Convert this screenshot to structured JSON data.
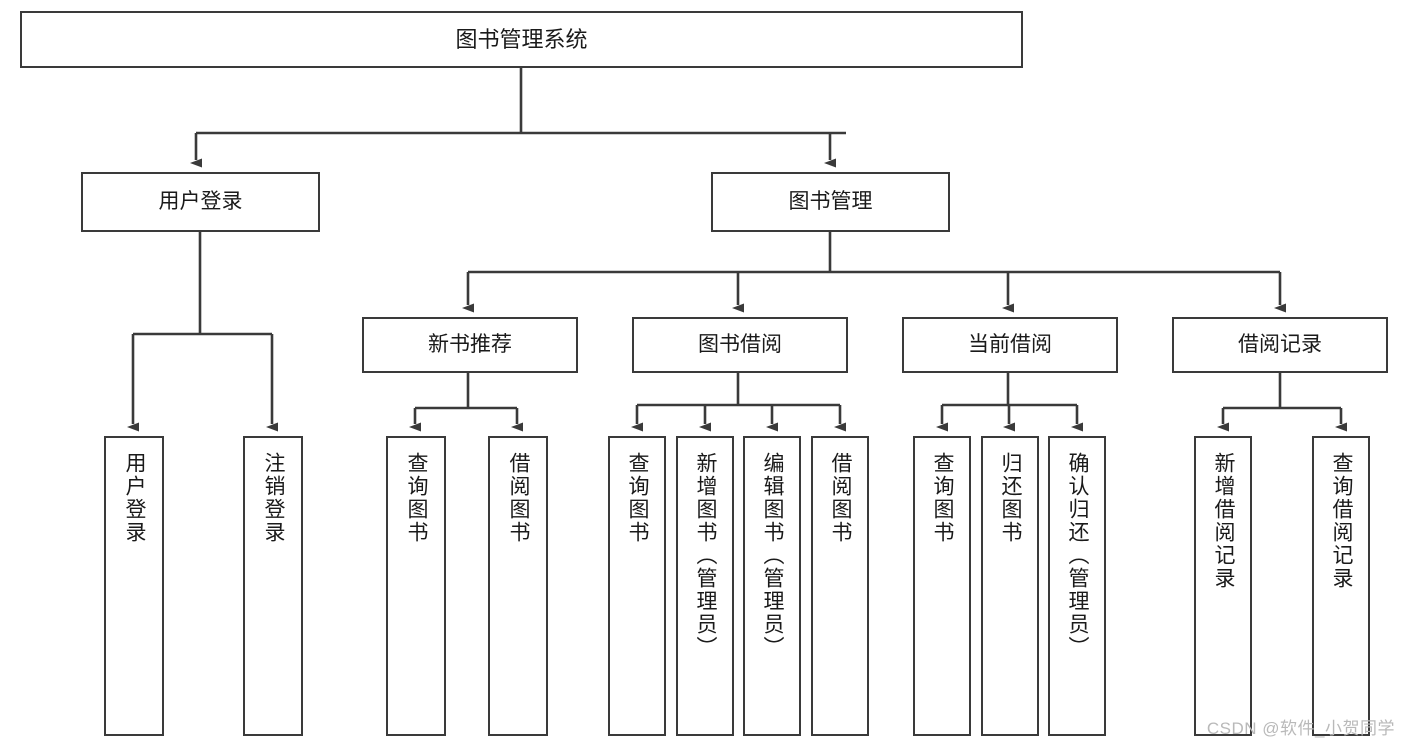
{
  "diagram": {
    "type": "tree",
    "title": "图书管理系统",
    "orientation": "top-down",
    "edge_style": "orthogonal-arrow",
    "colors": {
      "box_border": "#3a3a3a",
      "box_fill": "#ffffff",
      "edge": "#3a3a3a",
      "text": "#1a1a1a",
      "background": "#ffffff",
      "watermark": "#b9b9b9"
    },
    "root": {
      "id": "root",
      "label": "图书管理系统"
    },
    "level2": [
      {
        "id": "user-login",
        "label": "用户登录"
      },
      {
        "id": "book-manage",
        "label": "图书管理"
      }
    ],
    "level3": [
      {
        "id": "new-book-rec",
        "label": "新书推荐",
        "parent": "book-manage"
      },
      {
        "id": "book-borrow",
        "label": "图书借阅",
        "parent": "book-manage"
      },
      {
        "id": "current-borrow",
        "label": "当前借阅",
        "parent": "book-manage"
      },
      {
        "id": "borrow-record",
        "label": "借阅记录",
        "parent": "book-manage"
      }
    ],
    "leaves": [
      {
        "id": "leaf-user-login",
        "label": "用户登录",
        "parent": "user-login"
      },
      {
        "id": "leaf-user-logout",
        "label": "注销登录",
        "parent": "user-login"
      },
      {
        "id": "leaf-rec-query-book",
        "label": "查询图书",
        "parent": "new-book-rec"
      },
      {
        "id": "leaf-rec-borrow-book",
        "label": "借阅图书",
        "parent": "new-book-rec"
      },
      {
        "id": "leaf-borrow-query-book",
        "label": "查询图书",
        "parent": "book-borrow"
      },
      {
        "id": "leaf-borrow-add-book",
        "label": "新增图书（管理员）",
        "parent": "book-borrow"
      },
      {
        "id": "leaf-borrow-edit-book",
        "label": "编辑图书（管理员）",
        "parent": "book-borrow"
      },
      {
        "id": "leaf-borrow-borrow-book",
        "label": "借阅图书",
        "parent": "book-borrow"
      },
      {
        "id": "leaf-current-query-book",
        "label": "查询图书",
        "parent": "current-borrow"
      },
      {
        "id": "leaf-current-return-book",
        "label": "归还图书",
        "parent": "current-borrow"
      },
      {
        "id": "leaf-current-confirm-return",
        "label": "确认归还（管理员）",
        "parent": "current-borrow"
      },
      {
        "id": "leaf-record-add",
        "label": "新增借阅记录",
        "parent": "borrow-record"
      },
      {
        "id": "leaf-record-query",
        "label": "查询借阅记录",
        "parent": "borrow-record"
      }
    ]
  },
  "watermark": {
    "text": "CSDN @软件_小贺同学"
  }
}
